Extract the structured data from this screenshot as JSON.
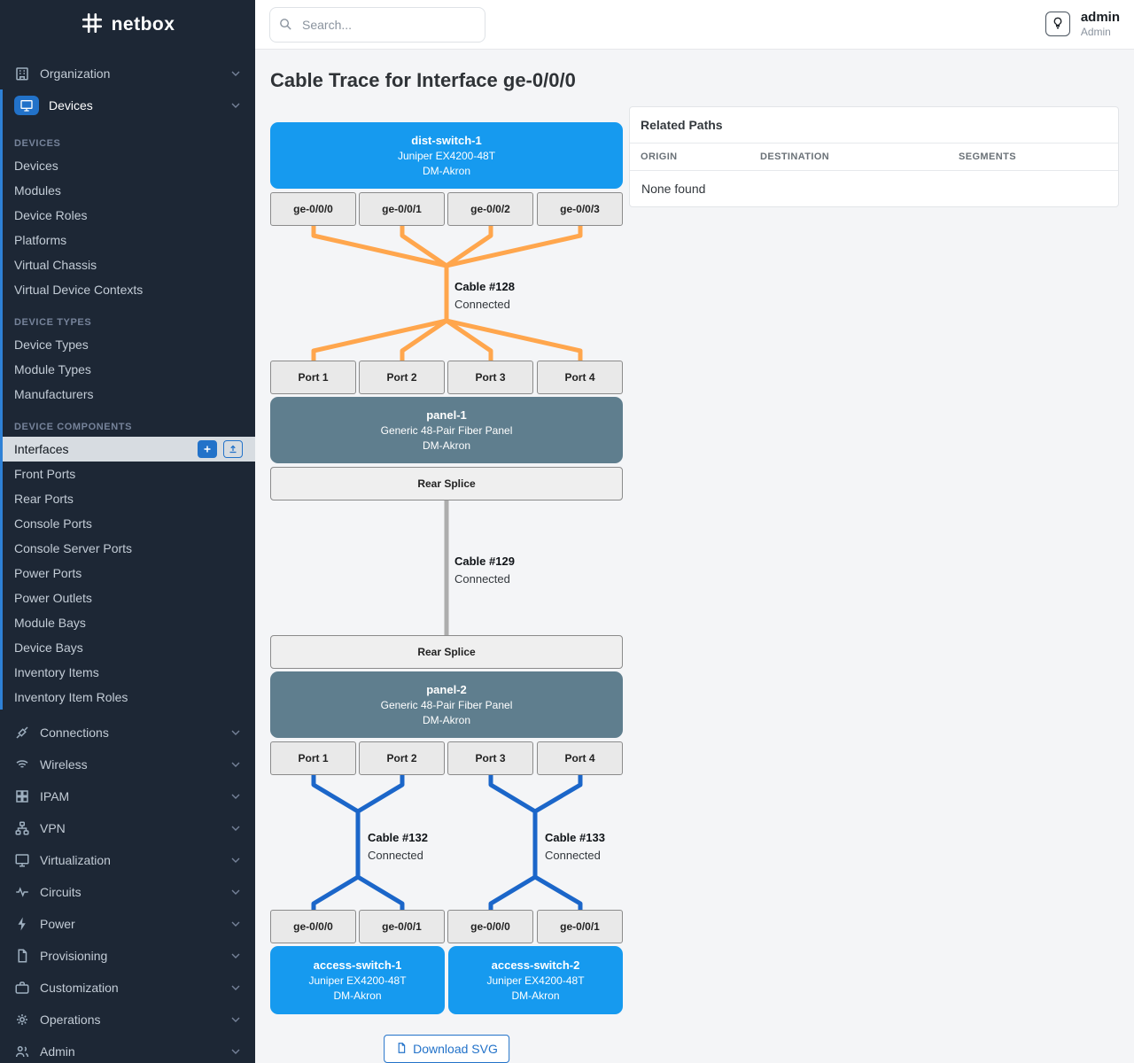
{
  "brand": {
    "name": "netbox"
  },
  "topbar": {
    "search_placeholder": "Search...",
    "user_name": "admin",
    "user_role": "Admin"
  },
  "sidebar": {
    "organization_label": "Organization",
    "devices_label": "Devices",
    "sections": [
      {
        "title": "DEVICES",
        "items": [
          "Devices",
          "Modules",
          "Device Roles",
          "Platforms",
          "Virtual Chassis",
          "Virtual Device Contexts"
        ]
      },
      {
        "title": "DEVICE TYPES",
        "items": [
          "Device Types",
          "Module Types",
          "Manufacturers"
        ]
      },
      {
        "title": "DEVICE COMPONENTS",
        "items": [
          "Interfaces",
          "Front Ports",
          "Rear Ports",
          "Console Ports",
          "Console Server Ports",
          "Power Ports",
          "Power Outlets",
          "Module Bays",
          "Device Bays",
          "Inventory Items",
          "Inventory Item Roles"
        ]
      }
    ],
    "active_item": "Interfaces",
    "groups": [
      "Connections",
      "Wireless",
      "IPAM",
      "VPN",
      "Virtualization",
      "Circuits",
      "Power",
      "Provisioning",
      "Customization",
      "Operations",
      "Admin"
    ]
  },
  "page": {
    "title": "Cable Trace for Interface ge-0/0/0"
  },
  "related_paths": {
    "title": "Related Paths",
    "columns": [
      "ORIGIN",
      "DESTINATION",
      "SEGMENTS"
    ],
    "empty_text": "None found"
  },
  "trace": {
    "colors": {
      "device": "#169aef",
      "panel": "#5f7e8e",
      "cable_a": "#ffa64d",
      "cable_b": "#adadad",
      "cable_c": "#1b66c9"
    },
    "dist_switch": {
      "name": "dist-switch-1",
      "model": "Juniper EX4200-48T",
      "site": "DM-Akron",
      "ports": [
        "ge-0/0/0",
        "ge-0/0/1",
        "ge-0/0/2",
        "ge-0/0/3"
      ]
    },
    "cable_128": {
      "name": "Cable #128",
      "status": "Connected"
    },
    "panel_1": {
      "name": "panel-1",
      "model": "Generic 48-Pair Fiber Panel",
      "site": "DM-Akron",
      "front_ports": [
        "Port 1",
        "Port 2",
        "Port 3",
        "Port 4"
      ],
      "rear_port": "Rear Splice"
    },
    "cable_129": {
      "name": "Cable #129",
      "status": "Connected"
    },
    "panel_2": {
      "name": "panel-2",
      "model": "Generic 48-Pair Fiber Panel",
      "site": "DM-Akron",
      "front_ports": [
        "Port 1",
        "Port 2",
        "Port 3",
        "Port 4"
      ],
      "rear_port": "Rear Splice"
    },
    "cable_132": {
      "name": "Cable #132",
      "status": "Connected"
    },
    "cable_133": {
      "name": "Cable #133",
      "status": "Connected"
    },
    "access_switch_1": {
      "name": "access-switch-1",
      "model": "Juniper EX4200-48T",
      "site": "DM-Akron",
      "ports": [
        "ge-0/0/0",
        "ge-0/0/1"
      ]
    },
    "access_switch_2": {
      "name": "access-switch-2",
      "model": "Juniper EX4200-48T",
      "site": "DM-Akron",
      "ports": [
        "ge-0/0/0",
        "ge-0/0/1"
      ]
    },
    "download_label": "Download SVG"
  }
}
